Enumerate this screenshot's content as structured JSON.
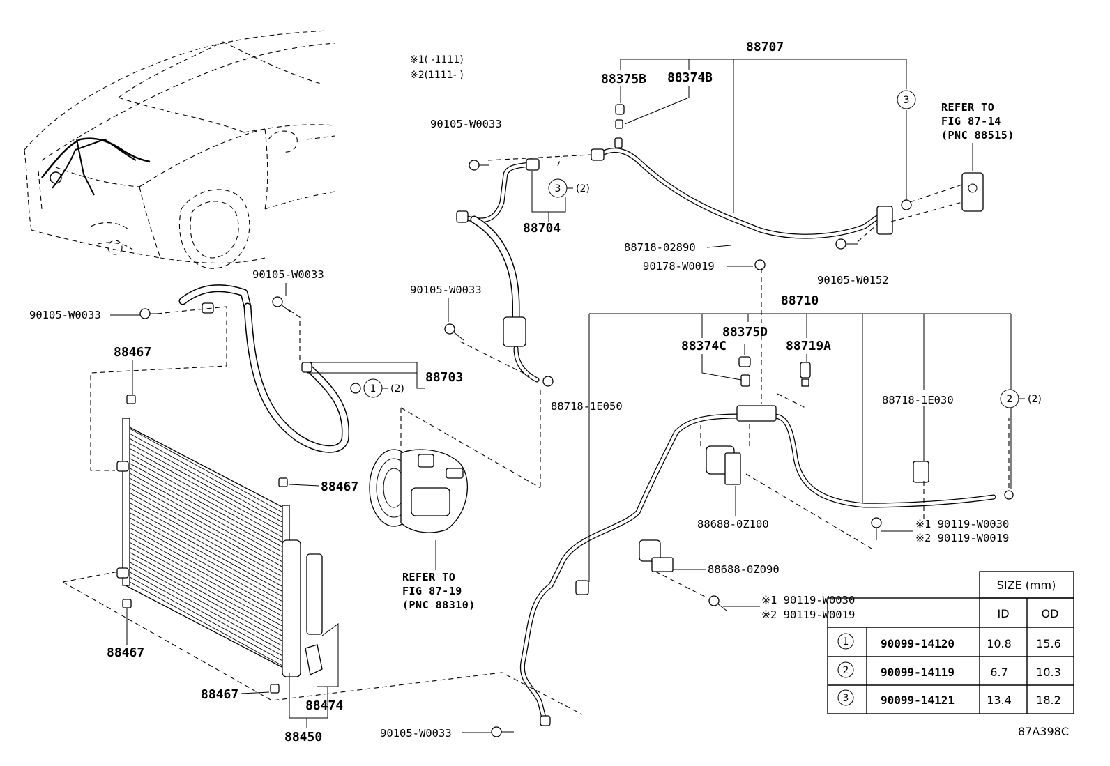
{
  "notes": {
    "note1": "※1(   -1111)",
    "note2": "※2(1111-   )"
  },
  "callouts": {
    "p88707": "88707",
    "p88375B": "88375B",
    "p88374B": "88374B",
    "p90105_W0033_top": "90105-W0033",
    "p88704": "88704",
    "p88718_02890": "88718-02890",
    "p90178_W0019": "90178-W0019",
    "p90105_W0152": "90105-W0152",
    "p90105_W0033_mid": "90105-W0033",
    "p90105_W0033_left": "90105-W0033",
    "p90105_W0033_left2": "90105-W0033",
    "p88703": "88703",
    "p88718_1E050": "88718-1E050",
    "p88710": "88710",
    "p88375D": "88375D",
    "p88374C": "88374C",
    "p88719A": "88719A",
    "p88718_1E030": "88718-1E030",
    "p88467_a": "88467",
    "p88467_b": "88467",
    "p88467_c": "88467",
    "p88467_d": "88467",
    "p88474": "88474",
    "p88450": "88450",
    "p88688_0Z100": "88688-0Z100",
    "p88688_0Z090": "88688-0Z090",
    "p90119_a1": "※1 90119-W0030",
    "p90119_a2": "※2 90119-W0019",
    "p90119_b1": "※1 90119-W0030",
    "p90119_b2": "※2 90119-W0019",
    "p90105_W0033_bottom": "90105-W0033",
    "circle_3_top": "3",
    "circle_3_mid": "3",
    "qty_3_mid": "(2)",
    "circle_1": "1",
    "qty_1": "(2)",
    "circle_2": "2",
    "qty_2": "(2)",
    "figure_code": "87A398C"
  },
  "refs": {
    "ref_top_1": "REFER TO",
    "ref_top_2": "FIG 87-14",
    "ref_top_3": "(PNC 88515)",
    "ref_comp_1": "REFER TO",
    "ref_comp_2": "FIG 87-19",
    "ref_comp_3": "(PNC 88310)"
  },
  "size_table": {
    "header": "SIZE (mm)",
    "col_id": "ID",
    "col_od": "OD",
    "rows": [
      {
        "mark": "1",
        "part": "90099-14120",
        "id": "10.8",
        "od": "15.6"
      },
      {
        "mark": "2",
        "part": "90099-14119",
        "id": "6.7",
        "od": "10.3"
      },
      {
        "mark": "3",
        "part": "90099-14121",
        "id": "13.4",
        "od": "18.2"
      }
    ]
  }
}
